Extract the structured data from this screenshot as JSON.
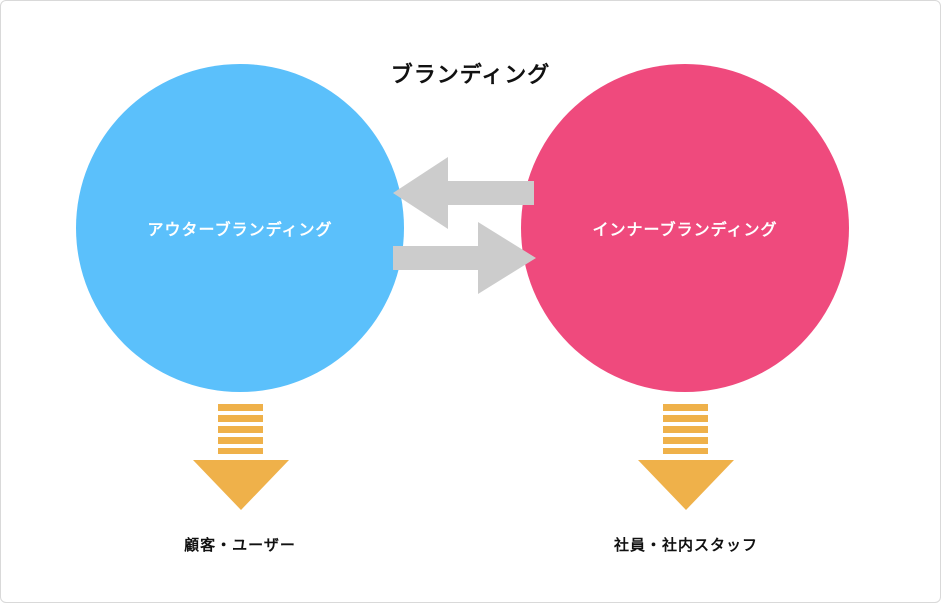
{
  "diagram": {
    "title": "ブランディング",
    "outer": {
      "label": "アウターブランディング",
      "color": "#5bc0fb",
      "target": "顧客・ユーザー"
    },
    "inner": {
      "label": "インナーブランディング",
      "color": "#ef4a7d",
      "target": "社員・社内スタッフ"
    },
    "exchange_arrow_color": "#cccccc",
    "down_arrow_color": "#efb14a"
  }
}
